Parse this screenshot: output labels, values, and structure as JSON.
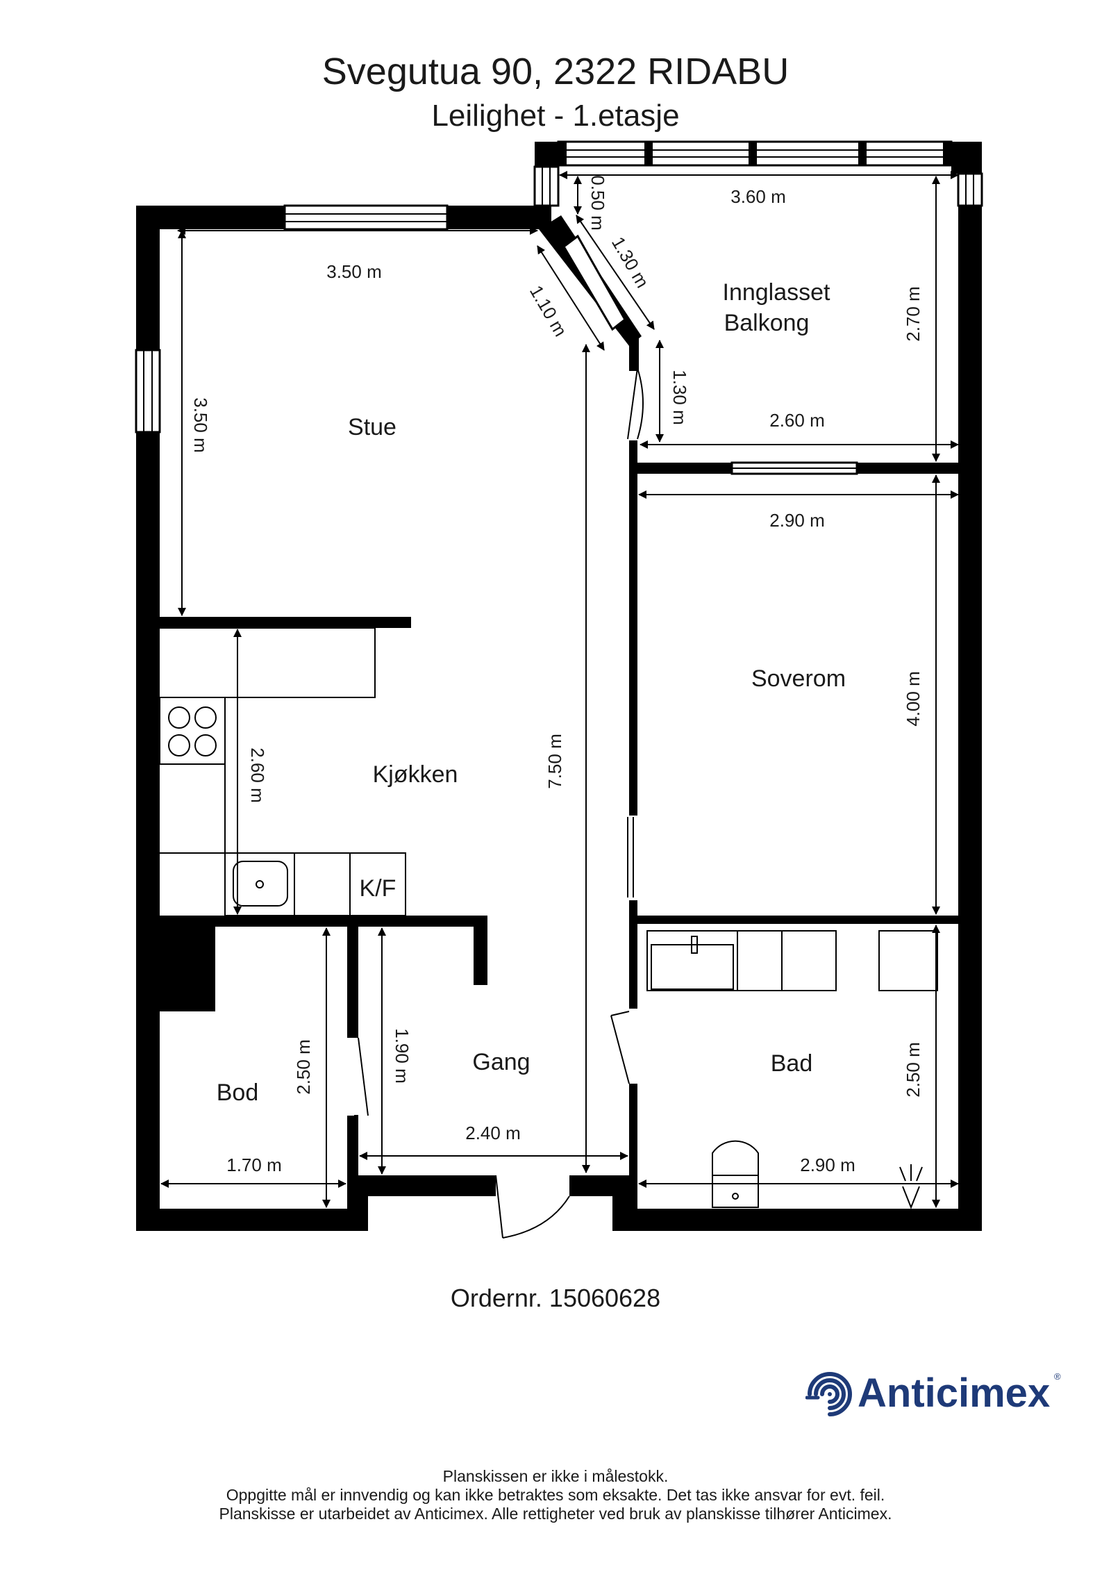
{
  "header": {
    "address": "Svegutua 90, 2322 RIDABU",
    "subtitle": "Leilighet - 1.etasje"
  },
  "rooms": {
    "stue": "Stue",
    "kjokken": "Kjøkken",
    "balkong_line1": "Innglasset",
    "balkong_line2": "Balkong",
    "soverom": "Soverom",
    "bod": "Bod",
    "gang": "Gang",
    "bad": "Bad",
    "kf": "K/F"
  },
  "dimensions": {
    "stue_width": "3.50 m",
    "stue_depth": "3.50 m",
    "stue_diag": "1.10 m",
    "kjokken_depth": "2.60 m",
    "total_depth": "7.50 m",
    "balkong_width": "3.60 m",
    "balkong_small": "0.50 m",
    "balkong_diag": "1.30 m",
    "balkong_side": "1.30 m",
    "balkong_inner_width": "2.60 m",
    "balkong_depth": "2.70 m",
    "soverom_width": "2.90 m",
    "soverom_depth": "4.00 m",
    "bod_depth": "2.50 m",
    "bod_width": "1.70 m",
    "gang_depth": "1.90 m",
    "gang_width": "2.40 m",
    "bad_depth": "2.50 m",
    "bad_width": "2.90 m"
  },
  "order": "Ordernr. 15060628",
  "logo": {
    "name": "Anticimex",
    "color": "#1e3a78"
  },
  "disclaimer": {
    "line1": "Planskissen er ikke i målestokk.",
    "line2": "Oppgitte mål er innvendig og kan ikke betraktes som eksakte. Det tas ikke ansvar for evt. feil.",
    "line3": "Planskisse er utarbeidet av Anticimex. Alle rettigheter ved bruk av planskisse tilhører Anticimex."
  }
}
